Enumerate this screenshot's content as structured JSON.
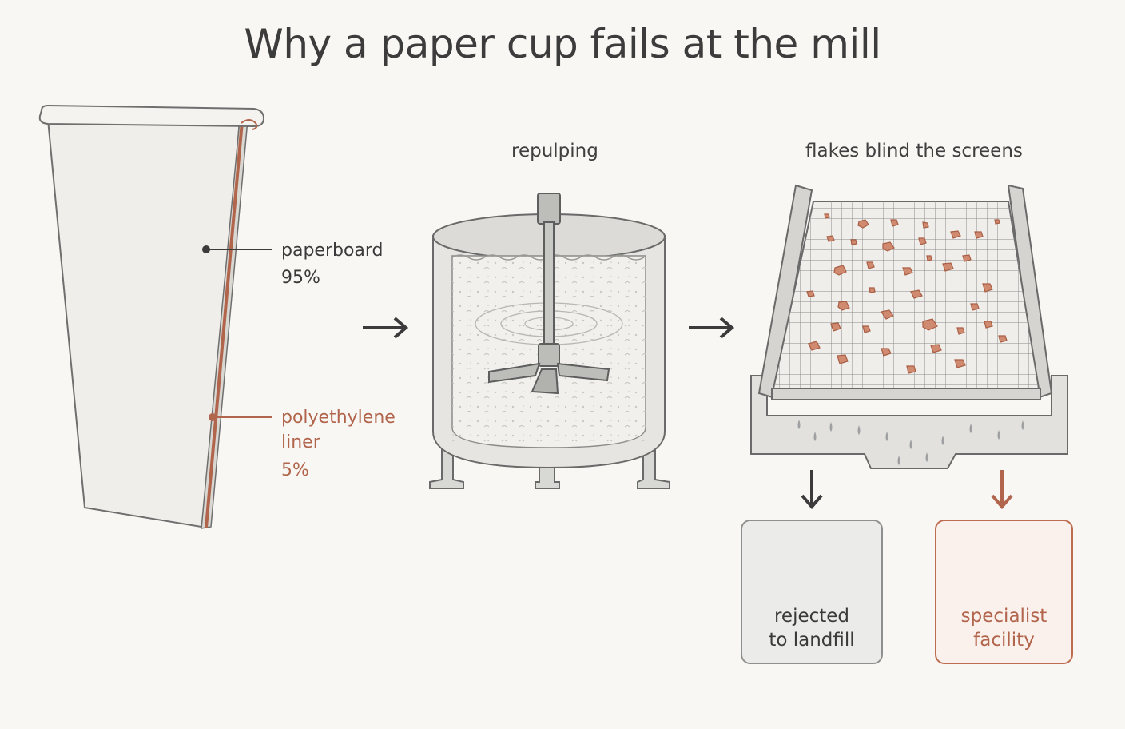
{
  "title": "Why a paper cup fails at the mill",
  "cup": {
    "paperboard": {
      "label": "paperboard",
      "percent": "95%"
    },
    "liner": {
      "label_line1": "polyethylene",
      "label_line2": "liner",
      "percent": "5%"
    }
  },
  "stages": {
    "repulping": "repulping",
    "screens": "flakes blind the screens"
  },
  "outcomes": {
    "landfill": {
      "line1": "rejected",
      "line2": "to landfill"
    },
    "specialist": {
      "line1": "specialist",
      "line2": "facility"
    }
  },
  "colors": {
    "background": "#f9f7f3",
    "ink": "#3b3b3b",
    "accent_rust": "#b1654c",
    "landfill_box": "#ebebea",
    "specialist_box": "#fbf1ec"
  },
  "icons": [
    "paper-cup-illustration",
    "right-arrow-icon",
    "repulper-tank-illustration",
    "screen-tray-illustration",
    "down-arrow-icon",
    "landfill-pile-icon",
    "factory-icon"
  ]
}
